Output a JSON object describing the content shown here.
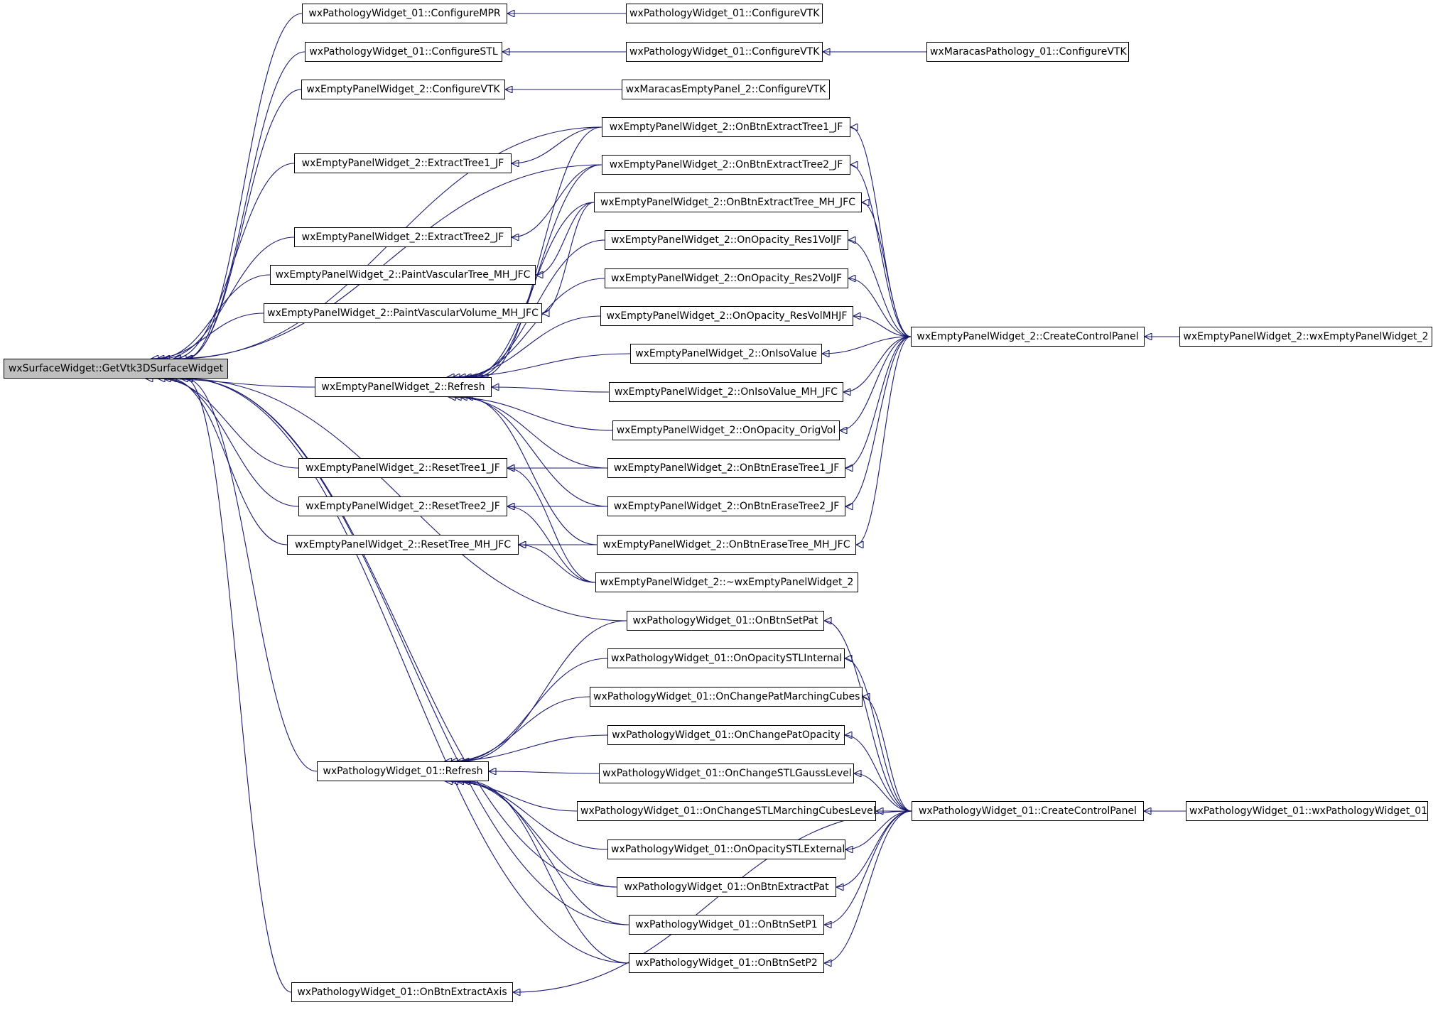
{
  "colors": {
    "edge": "#191970",
    "root_fill": "#bfbfbf",
    "node_fill": "#ffffff",
    "node_border": "#000000"
  },
  "nodes": {
    "getvtk3d": "wxSurfaceWidget::GetVtk3DSurfaceWidget",
    "p01_configmpr": "wxPathologyWidget_01::ConfigureMPR",
    "p01_configstl": "wxPathologyWidget_01::ConfigureSTL",
    "e2_configvtk": "wxEmptyPanelWidget_2::ConfigureVTK",
    "e2_extract1": "wxEmptyPanelWidget_2::ExtractTree1_JF",
    "e2_extract2": "wxEmptyPanelWidget_2::ExtractTree2_JF",
    "e2_painttree": "wxEmptyPanelWidget_2::PaintVascularTree_MH_JFC",
    "e2_paintvol": "wxEmptyPanelWidget_2::PaintVascularVolume_MH_JFC",
    "e2_refresh": "wxEmptyPanelWidget_2::Refresh",
    "e2_reset1": "wxEmptyPanelWidget_2::ResetTree1_JF",
    "e2_reset2": "wxEmptyPanelWidget_2::ResetTree2_JF",
    "e2_resetmh": "wxEmptyPanelWidget_2::ResetTree_MH_JFC",
    "p01_refresh": "wxPathologyWidget_01::Refresh",
    "p01_extractaxis": "wxPathologyWidget_01::OnBtnExtractAxis",
    "p01_configvtk_a": "wxPathologyWidget_01::ConfigureVTK",
    "p01_configvtk_b": "wxPathologyWidget_01::ConfigureVTK",
    "mp01_configvtk": "wxMaracasPathology_01::ConfigureVTK",
    "me2_configvtk": "wxMaracasEmptyPanel_2::ConfigureVTK",
    "e2_btnextract1": "wxEmptyPanelWidget_2::OnBtnExtractTree1_JF",
    "e2_btnextract2": "wxEmptyPanelWidget_2::OnBtnExtractTree2_JF",
    "e2_btnextractmh": "wxEmptyPanelWidget_2::OnBtnExtractTree_MH_JFC",
    "e2_opres1": "wxEmptyPanelWidget_2::OnOpacity_Res1VolJF",
    "e2_opres2": "wxEmptyPanelWidget_2::OnOpacity_Res2VolJF",
    "e2_opresmh": "wxEmptyPanelWidget_2::OnOpacity_ResVolMHJF",
    "e2_oniso": "wxEmptyPanelWidget_2::OnIsoValue",
    "e2_onisomh": "wxEmptyPanelWidget_2::OnIsoValue_MH_JFC",
    "e2_oporig": "wxEmptyPanelWidget_2::OnOpacity_OrigVol",
    "e2_erase1": "wxEmptyPanelWidget_2::OnBtnEraseTree1_JF",
    "e2_erase2": "wxEmptyPanelWidget_2::OnBtnEraseTree2_JF",
    "e2_erasemh": "wxEmptyPanelWidget_2::OnBtnEraseTree_MH_JFC",
    "e2_dtor": "wxEmptyPanelWidget_2::~wxEmptyPanelWidget_2",
    "e2_createcp": "wxEmptyPanelWidget_2::CreateControlPanel",
    "e2_ctor": "wxEmptyPanelWidget_2::wxEmptyPanelWidget_2",
    "p01_setpat": "wxPathologyWidget_01::OnBtnSetPat",
    "p01_opstlint": "wxPathologyWidget_01::OnOpacitySTLInternal",
    "p01_chmc": "wxPathologyWidget_01::OnChangePatMarchingCubes",
    "p01_chpatop": "wxPathologyWidget_01::OnChangePatOpacity",
    "p01_chgauss": "wxPathologyWidget_01::OnChangeSTLGaussLevel",
    "p01_chstlmc": "wxPathologyWidget_01::OnChangeSTLMarchingCubesLevel",
    "p01_opstlext": "wxPathologyWidget_01::OnOpacitySTLExternal",
    "p01_extractpat": "wxPathologyWidget_01::OnBtnExtractPat",
    "p01_setp1": "wxPathologyWidget_01::OnBtnSetP1",
    "p01_setp2": "wxPathologyWidget_01::OnBtnSetP2",
    "p01_createcp": "wxPathologyWidget_01::CreateControlPanel",
    "p01_ctor": "wxPathologyWidget_01::wxPathologyWidget_01"
  }
}
